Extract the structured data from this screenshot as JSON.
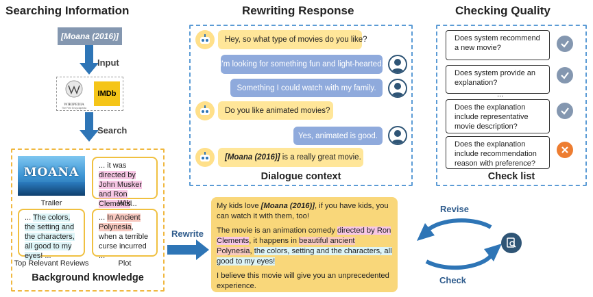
{
  "sections": {
    "search_title": "Searching Information",
    "rewrite_title": "Rewriting Response",
    "check_title": "Checking Quality"
  },
  "search": {
    "movie": "[Moana (2016)]",
    "input_label": "Input",
    "search_label": "Search",
    "wiki_logo_text": "WIKIPEDIA",
    "wiki_logo_sub": "The Free Encyclopedia",
    "imdb_logo": "IMDb",
    "trailer_logo": "MOANA",
    "trailer_caption": "Trailer",
    "wiki_caption": "Wiki",
    "reviews_caption": "Top Relevant Reviews",
    "plot_caption": "Plot",
    "wiki_text_pre": "... it was",
    "wiki_text_hl": "directed by John Musker and Ron Clements",
    "wiki_text_post": "...",
    "review_text_pre": "... ",
    "review_text_hl": "The colors, the setting and the characters, all good to my eyes",
    "review_text_post": "! ...",
    "plot_text_pre": "... ",
    "plot_text_hl": "In Ancient Polynesia",
    "plot_text_post": ", when a terrible curse incurred ...",
    "background_title": "Background knowledge"
  },
  "dialogue": {
    "turns": [
      {
        "role": "bot",
        "text": "Hey, so what type of movies do you like?"
      },
      {
        "role": "user",
        "text": "I'm looking for something fun and light-hearted."
      },
      {
        "role": "user",
        "text": "Something I could watch with my family."
      },
      {
        "role": "bot",
        "text": "Do you like animated movies?"
      },
      {
        "role": "user",
        "text": "Yes, animated is good."
      },
      {
        "role": "bot",
        "text_movie": "[Moana (2016)]",
        "text_rest": " is a really great movie."
      }
    ],
    "title": "Dialogue context"
  },
  "checklist": {
    "items": [
      {
        "text": "Does system recommend a new movie?",
        "status": "pass"
      },
      {
        "text": "Does system provide an explanation?",
        "status": "pass"
      },
      {
        "text": "Does the explanation include representative movie description?",
        "status": "pass"
      },
      {
        "text": "Does the explanation include recommendation reason with preference?",
        "status": "fail"
      }
    ],
    "ellipsis": "...",
    "title": "Check list"
  },
  "rewrite_label": "Rewrite",
  "revise_label": "Revise",
  "check_label": "Check",
  "response": {
    "p1_pre": "My kids love ",
    "p1_movie": "[Moana (2016)]",
    "p1_post": ", if you have kids, you can watch it with them, too!",
    "p2_pre": "The movie is an animation comedy ",
    "p2_hl1": "directed by Ron Clements",
    "p2_mid": ", it happens in ",
    "p2_hl2": "beautiful ancient Polynesia",
    "p2_mid2": ", ",
    "p2_hl3": "the colors, setting and the characters, all good to my eyes!",
    "p3": "I believe this movie will give you an unprecedented experience."
  },
  "colors": {
    "dash_blue": "#5b9bd5",
    "dash_orange": "#f0b840",
    "bot_bubble": "#ffe699",
    "user_bubble": "#8faadc",
    "arrow_blue": "#2e75b6",
    "check_ok": "#8497b0",
    "check_fail": "#ed7d31",
    "response_bg": "#f9d77a"
  }
}
